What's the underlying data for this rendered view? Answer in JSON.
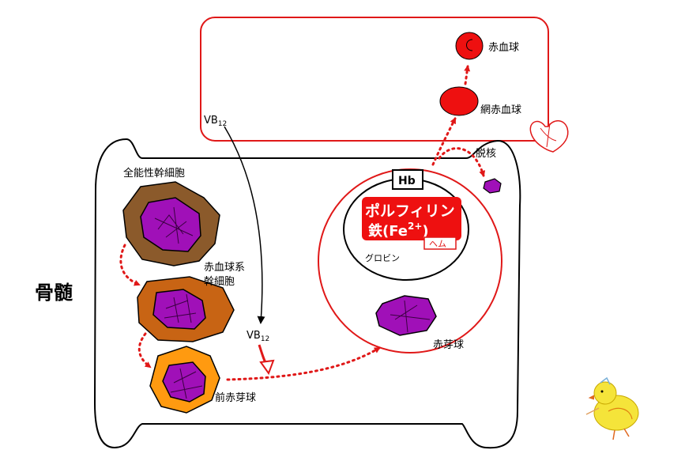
{
  "labels": {
    "bone_marrow": "骨髄",
    "stem_cell": "全能性幹細胞",
    "erythroid_stem_line1": "赤血球系",
    "erythroid_stem_line2": "幹細胞",
    "proerythroblast": "前赤芽球",
    "erythroblast": "赤芽球",
    "enucleation": "脱核",
    "reticulocyte": "網赤血球",
    "red_blood_cell": "赤血球",
    "vb12_top": "VB",
    "vb12_top_sub": "12",
    "vb12_mid": "VB",
    "vb12_mid_sub": "12",
    "hb": "Hb",
    "porphyrin": "ポルフィリン",
    "iron": "鉄(Fe",
    "iron_sup": "2+",
    "iron_close": ")",
    "heme": "ヘム",
    "globin": "グロビン"
  },
  "colors": {
    "red": "#e01818",
    "purple": "#a010b8",
    "stem_brown": "#8b5a2b",
    "erythroid_orange": "#c86414",
    "pro_orange": "#ff9a10",
    "rbc_red": "#ee1010"
  }
}
